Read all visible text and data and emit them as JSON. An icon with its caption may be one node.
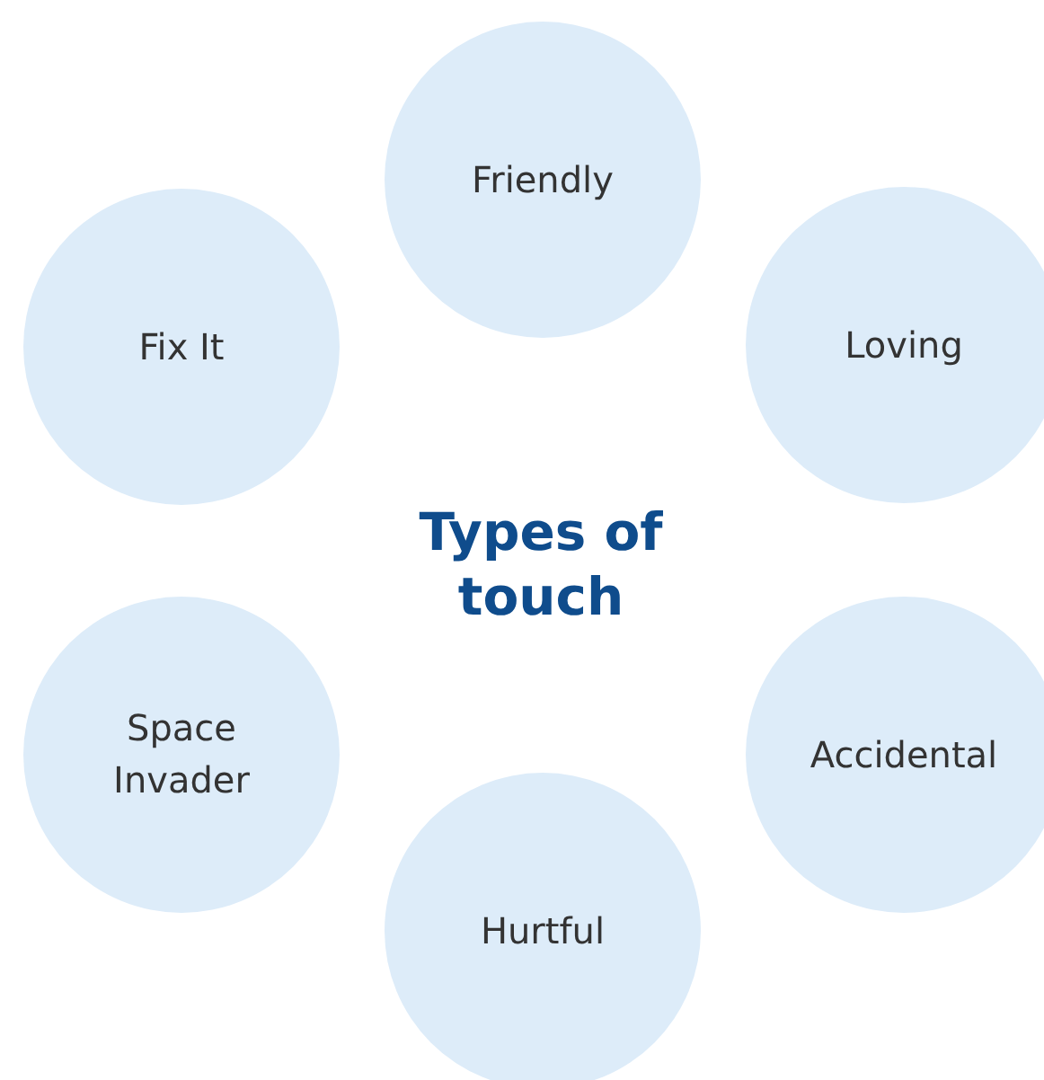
{
  "diagram": {
    "title": "Types of touch",
    "nodes": [
      {
        "text": [
          "Friendly"
        ]
      },
      {
        "text": [
          "Fix It"
        ]
      },
      {
        "text": [
          "Loving"
        ]
      },
      {
        "text": [
          "Space Invader"
        ]
      },
      {
        "text": [
          "Accidental"
        ]
      },
      {
        "text": [
          "Hurtful"
        ]
      }
    ]
  }
}
